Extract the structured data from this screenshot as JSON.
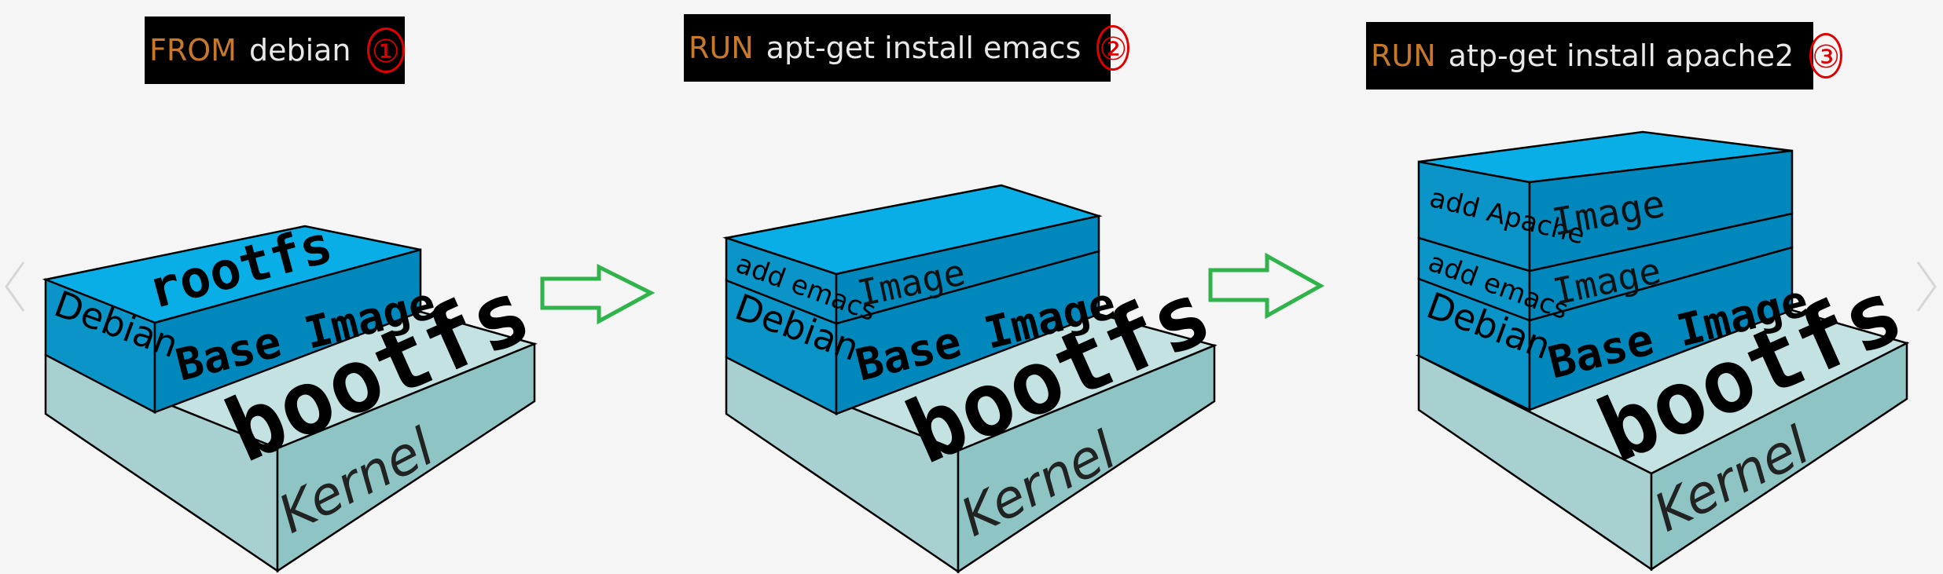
{
  "commands": [
    {
      "keyword": "FROM",
      "argument": "debian",
      "number": "①"
    },
    {
      "keyword": "RUN",
      "argument": "apt-get install emacs",
      "number": "②"
    },
    {
      "keyword": "RUN",
      "argument": "atp-get install apache2",
      "number": "③"
    }
  ],
  "stack1": {
    "kernel": "Kernel",
    "bootfs": "bootfs",
    "base_image": "Base Image",
    "debian": "Debian",
    "rootfs": "rootfs"
  },
  "stack2": {
    "kernel": "Kernel",
    "bootfs": "bootfs",
    "base_image": "Base Image",
    "debian": "Debian",
    "image": "Image",
    "add_emacs": "add emacs"
  },
  "stack3": {
    "kernel": "Kernel",
    "bootfs": "bootfs",
    "base_image": "Base Image",
    "debian": "Debian",
    "image_emacs": "Image",
    "add_emacs": "add emacs",
    "image_apache": "Image",
    "add_apache": "add Apache"
  },
  "colors": {
    "kernel_front": "#a8d0d0",
    "kernel_top": "#c4e2e2",
    "kernel_side": "#8ec4c4",
    "layer_front": "#0a94c8",
    "layer_side": "#0088bd",
    "layer_top": "#0aaee6",
    "arrow": "#2fb34a",
    "command_keyword": "#c8782a",
    "command_number": "#e00000"
  }
}
